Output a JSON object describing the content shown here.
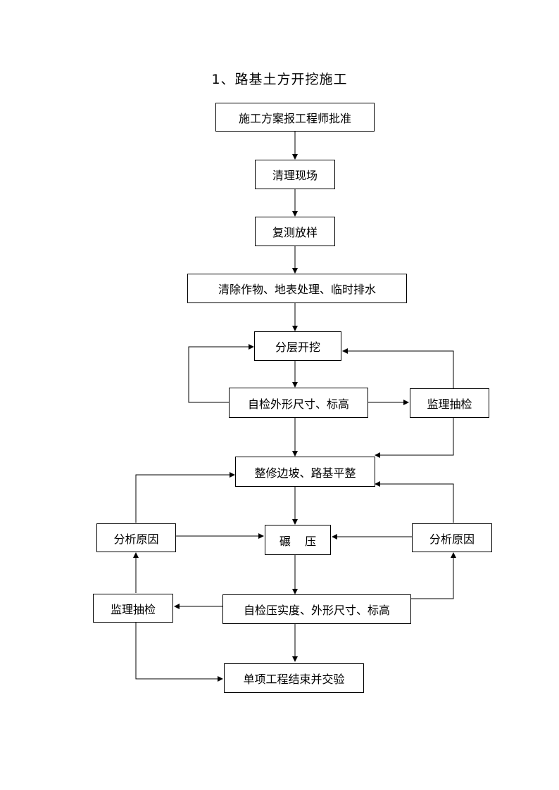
{
  "title": "1、路基土方开挖施工",
  "nodes": {
    "approval": "施工方案报工程师批准",
    "clear_site": "清理现场",
    "resurvey": "复测放样",
    "clear_crops": "清除作物、地表处理、临时排水",
    "layered_excavation": "分层开挖",
    "self_check_dimensions": "自检外形尺寸、标高",
    "supervisor_check_1": "监理抽检",
    "trim_slope": "整修边坡、路基平整",
    "analyze_cause_left": "分析原因",
    "compaction": "碾    压",
    "analyze_cause_right": "分析原因",
    "supervisor_check_2": "监理抽检",
    "self_check_compaction": "自检压实度、外形尺寸、标高",
    "completion": "单项工程结束并交验"
  }
}
